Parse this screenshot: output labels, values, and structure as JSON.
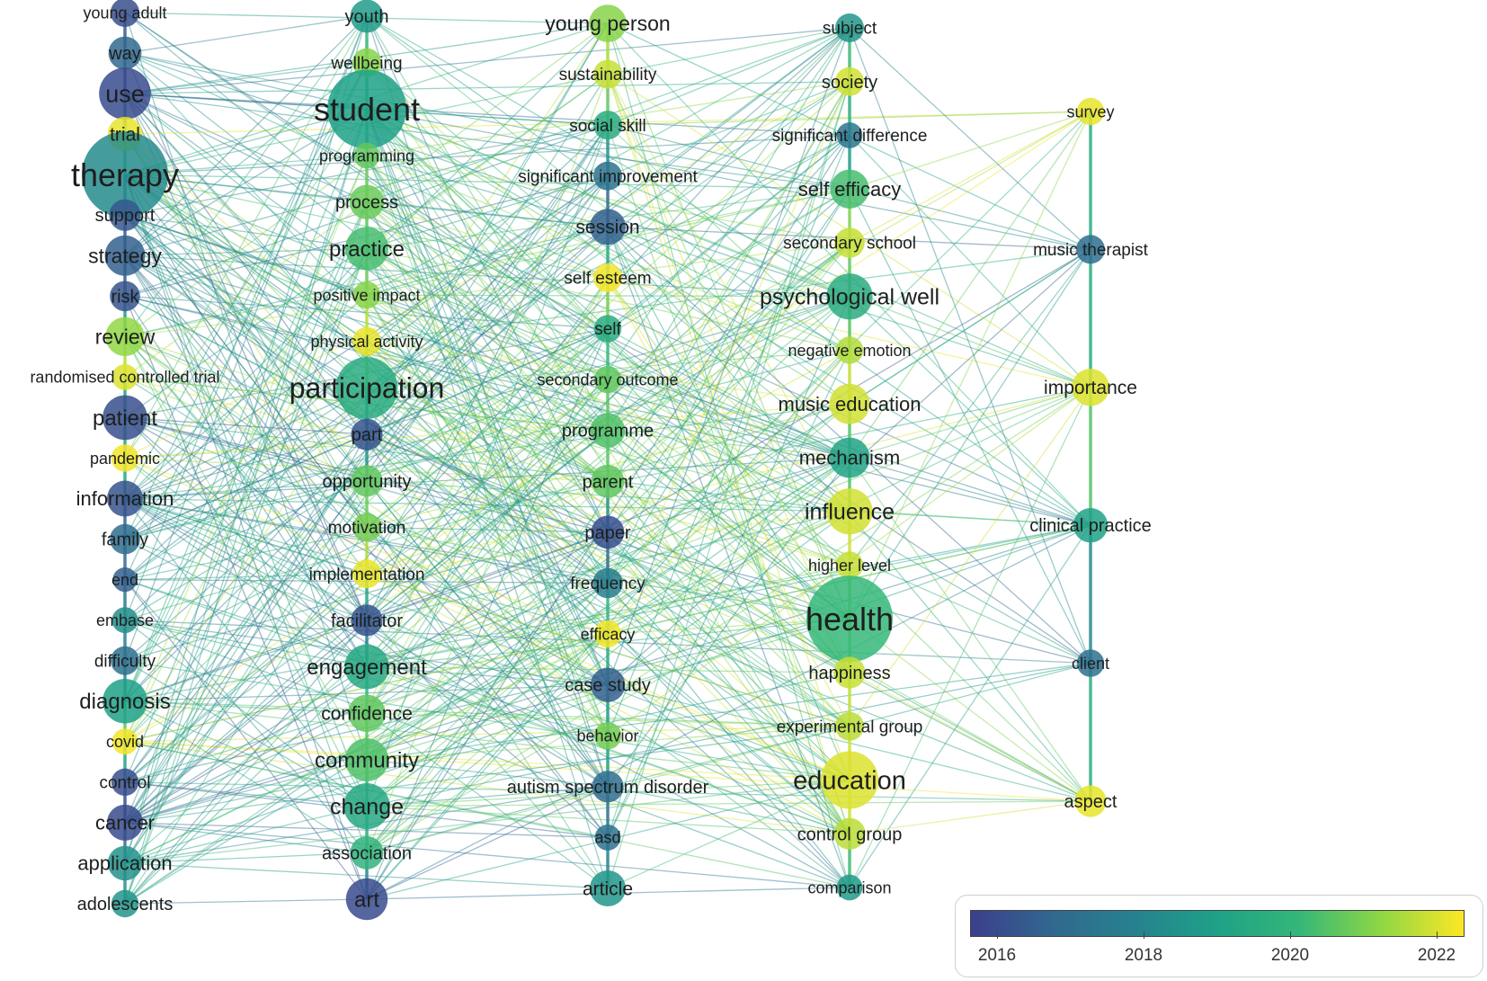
{
  "colors": {
    "c2016": "#453b8c",
    "c2018": "#2a8a8c",
    "c2020": "#5ec96b",
    "c2022": "#fde725"
  },
  "legend": {
    "ticks": [
      "2016",
      "2018",
      "2020",
      "2022"
    ]
  },
  "nodes": [
    {
      "id": "young adult",
      "col": 0,
      "year": 2016.4,
      "weight": 1.0,
      "label_size": 18
    },
    {
      "id": "way",
      "col": 0,
      "year": 2017.0,
      "weight": 1.3,
      "label_size": 20
    },
    {
      "id": "use",
      "col": 0,
      "year": 2016.3,
      "weight": 2.6,
      "label_size": 27
    },
    {
      "id": "trial",
      "col": 0,
      "year": 2021.8,
      "weight": 1.4,
      "label_size": 21
    },
    {
      "id": "therapy",
      "col": 0,
      "year": 2018.3,
      "weight": 5.0,
      "label_size": 36
    },
    {
      "id": "support",
      "col": 0,
      "year": 2016.6,
      "weight": 1.2,
      "label_size": 20
    },
    {
      "id": "strategy",
      "col": 0,
      "year": 2016.8,
      "weight": 1.8,
      "label_size": 23
    },
    {
      "id": "risk",
      "col": 0,
      "year": 2016.5,
      "weight": 1.1,
      "label_size": 20
    },
    {
      "id": "review",
      "col": 0,
      "year": 2021.0,
      "weight": 1.7,
      "label_size": 23
    },
    {
      "id": "randomised controlled trial",
      "col": 0,
      "year": 2021.7,
      "weight": 0.8,
      "label_size": 18
    },
    {
      "id": "patient",
      "col": 0,
      "year": 2016.4,
      "weight": 2.1,
      "label_size": 24
    },
    {
      "id": "pandemic",
      "col": 0,
      "year": 2021.9,
      "weight": 0.9,
      "label_size": 18
    },
    {
      "id": "information",
      "col": 0,
      "year": 2016.5,
      "weight": 1.5,
      "label_size": 22
    },
    {
      "id": "family",
      "col": 0,
      "year": 2017.2,
      "weight": 1.1,
      "label_size": 20
    },
    {
      "id": "end",
      "col": 0,
      "year": 2016.8,
      "weight": 0.7,
      "label_size": 18
    },
    {
      "id": "embase",
      "col": 0,
      "year": 2018.4,
      "weight": 0.8,
      "label_size": 18
    },
    {
      "id": "difficulty",
      "col": 0,
      "year": 2017.3,
      "weight": 1.0,
      "label_size": 19
    },
    {
      "id": "diagnosis",
      "col": 0,
      "year": 2019.0,
      "weight": 2.1,
      "label_size": 24
    },
    {
      "id": "covid",
      "col": 0,
      "year": 2021.9,
      "weight": 0.8,
      "label_size": 18
    },
    {
      "id": "control",
      "col": 0,
      "year": 2016.4,
      "weight": 0.9,
      "label_size": 19
    },
    {
      "id": "cancer",
      "col": 0,
      "year": 2016.3,
      "weight": 1.5,
      "label_size": 22
    },
    {
      "id": "application",
      "col": 0,
      "year": 2018.5,
      "weight": 1.4,
      "label_size": 22
    },
    {
      "id": "adolescents",
      "col": 0,
      "year": 2018.6,
      "weight": 0.9,
      "label_size": 20
    },
    {
      "id": "youth",
      "col": 1,
      "year": 2018.8,
      "weight": 1.3,
      "label_size": 20
    },
    {
      "id": "wellbeing",
      "col": 1,
      "year": 2020.9,
      "weight": 1.0,
      "label_size": 19
    },
    {
      "id": "student",
      "col": 1,
      "year": 2019.0,
      "weight": 4.5,
      "label_size": 36
    },
    {
      "id": "programming",
      "col": 1,
      "year": 2020.5,
      "weight": 0.8,
      "label_size": 18
    },
    {
      "id": "process",
      "col": 1,
      "year": 2020.6,
      "weight": 1.4,
      "label_size": 20
    },
    {
      "id": "practice",
      "col": 1,
      "year": 2020.2,
      "weight": 2.0,
      "label_size": 24
    },
    {
      "id": "positive impact",
      "col": 1,
      "year": 2020.9,
      "weight": 0.9,
      "label_size": 18
    },
    {
      "id": "physical activity",
      "col": 1,
      "year": 2021.8,
      "weight": 1.0,
      "label_size": 18
    },
    {
      "id": "participation",
      "col": 1,
      "year": 2019.5,
      "weight": 3.3,
      "label_size": 32
    },
    {
      "id": "part",
      "col": 1,
      "year": 2016.5,
      "weight": 1.2,
      "label_size": 20
    },
    {
      "id": "opportunity",
      "col": 1,
      "year": 2020.5,
      "weight": 1.2,
      "label_size": 20
    },
    {
      "id": "motivation",
      "col": 1,
      "year": 2020.7,
      "weight": 1.0,
      "label_size": 19
    },
    {
      "id": "implementation",
      "col": 1,
      "year": 2021.8,
      "weight": 1.0,
      "label_size": 19
    },
    {
      "id": "facilitator",
      "col": 1,
      "year": 2016.5,
      "weight": 1.2,
      "label_size": 20
    },
    {
      "id": "engagement",
      "col": 1,
      "year": 2019.3,
      "weight": 2.1,
      "label_size": 24
    },
    {
      "id": "confidence",
      "col": 1,
      "year": 2020.5,
      "weight": 1.6,
      "label_size": 21
    },
    {
      "id": "community",
      "col": 1,
      "year": 2020.3,
      "weight": 2.0,
      "label_size": 24
    },
    {
      "id": "change",
      "col": 1,
      "year": 2019.3,
      "weight": 2.2,
      "label_size": 25
    },
    {
      "id": "association",
      "col": 1,
      "year": 2019.8,
      "weight": 1.3,
      "label_size": 20
    },
    {
      "id": "art",
      "col": 1,
      "year": 2016.3,
      "weight": 1.9,
      "label_size": 24
    },
    {
      "id": "young person",
      "col": 2,
      "year": 2020.9,
      "weight": 1.6,
      "label_size": 23
    },
    {
      "id": "sustainability",
      "col": 2,
      "year": 2021.5,
      "weight": 1.0,
      "label_size": 19
    },
    {
      "id": "social skill",
      "col": 2,
      "year": 2019.5,
      "weight": 1.0,
      "label_size": 19
    },
    {
      "id": "significant improvement",
      "col": 2,
      "year": 2017.4,
      "weight": 1.0,
      "label_size": 19
    },
    {
      "id": "session",
      "col": 2,
      "year": 2016.8,
      "weight": 1.5,
      "label_size": 21
    },
    {
      "id": "self esteem",
      "col": 2,
      "year": 2021.9,
      "weight": 1.0,
      "label_size": 19
    },
    {
      "id": "self",
      "col": 2,
      "year": 2019.5,
      "weight": 0.9,
      "label_size": 19
    },
    {
      "id": "secondary outcome",
      "col": 2,
      "year": 2020.5,
      "weight": 0.9,
      "label_size": 18
    },
    {
      "id": "programme",
      "col": 2,
      "year": 2020.3,
      "weight": 1.4,
      "label_size": 20
    },
    {
      "id": "parent",
      "col": 2,
      "year": 2020.5,
      "weight": 1.3,
      "label_size": 20
    },
    {
      "id": "paper",
      "col": 2,
      "year": 2016.4,
      "weight": 1.3,
      "label_size": 20
    },
    {
      "id": "frequency",
      "col": 2,
      "year": 2017.8,
      "weight": 1.1,
      "label_size": 19
    },
    {
      "id": "efficacy",
      "col": 2,
      "year": 2021.9,
      "weight": 0.9,
      "label_size": 18
    },
    {
      "id": "case study",
      "col": 2,
      "year": 2016.8,
      "weight": 1.4,
      "label_size": 20
    },
    {
      "id": "behavior",
      "col": 2,
      "year": 2020.7,
      "weight": 0.9,
      "label_size": 18
    },
    {
      "id": "autism spectrum disorder",
      "col": 2,
      "year": 2017.2,
      "weight": 1.2,
      "label_size": 20
    },
    {
      "id": "asd",
      "col": 2,
      "year": 2017.4,
      "weight": 0.8,
      "label_size": 18
    },
    {
      "id": "article",
      "col": 2,
      "year": 2018.6,
      "weight": 1.5,
      "label_size": 21
    },
    {
      "id": "subject",
      "col": 3,
      "year": 2018.6,
      "weight": 1.0,
      "label_size": 19
    },
    {
      "id": "society",
      "col": 3,
      "year": 2021.6,
      "weight": 1.0,
      "label_size": 20
    },
    {
      "id": "significant difference",
      "col": 3,
      "year": 2017.5,
      "weight": 0.8,
      "label_size": 19
    },
    {
      "id": "self efficacy",
      "col": 3,
      "year": 2020.2,
      "weight": 1.7,
      "label_size": 22
    },
    {
      "id": "secondary school",
      "col": 3,
      "year": 2021.5,
      "weight": 1.1,
      "label_size": 19
    },
    {
      "id": "psychological well",
      "col": 3,
      "year": 2019.5,
      "weight": 2.2,
      "label_size": 25
    },
    {
      "id": "negative emotion",
      "col": 3,
      "year": 2021.3,
      "weight": 0.9,
      "label_size": 18
    },
    {
      "id": "music education",
      "col": 3,
      "year": 2021.6,
      "weight": 1.8,
      "label_size": 22
    },
    {
      "id": "mechanism",
      "col": 3,
      "year": 2019.1,
      "weight": 1.8,
      "label_size": 22
    },
    {
      "id": "influence",
      "col": 3,
      "year": 2021.6,
      "weight": 2.2,
      "label_size": 25
    },
    {
      "id": "higher level",
      "col": 3,
      "year": 2021.5,
      "weight": 0.9,
      "label_size": 18
    },
    {
      "id": "health",
      "col": 3,
      "year": 2020.0,
      "weight": 5.0,
      "label_size": 36
    },
    {
      "id": "happiness",
      "col": 3,
      "year": 2021.5,
      "weight": 1.2,
      "label_size": 20
    },
    {
      "id": "experimental group",
      "col": 3,
      "year": 2021.4,
      "weight": 1.0,
      "label_size": 19
    },
    {
      "id": "education",
      "col": 3,
      "year": 2021.7,
      "weight": 3.0,
      "label_size": 29
    },
    {
      "id": "control group",
      "col": 3,
      "year": 2021.4,
      "weight": 1.2,
      "label_size": 20
    },
    {
      "id": "comparison",
      "col": 3,
      "year": 2018.8,
      "weight": 0.8,
      "label_size": 18
    },
    {
      "id": "survey",
      "col": 4,
      "year": 2021.8,
      "weight": 0.9,
      "label_size": 18
    },
    {
      "id": "music therapist",
      "col": 4,
      "year": 2017.2,
      "weight": 1.0,
      "label_size": 19
    },
    {
      "id": "importance",
      "col": 4,
      "year": 2021.7,
      "weight": 1.6,
      "label_size": 21
    },
    {
      "id": "clinical practice",
      "col": 4,
      "year": 2019.0,
      "weight": 1.4,
      "label_size": 20
    },
    {
      "id": "client",
      "col": 4,
      "year": 2017.3,
      "weight": 0.9,
      "label_size": 18
    },
    {
      "id": "aspect",
      "col": 4,
      "year": 2021.8,
      "weight": 1.2,
      "label_size": 20
    }
  ]
}
